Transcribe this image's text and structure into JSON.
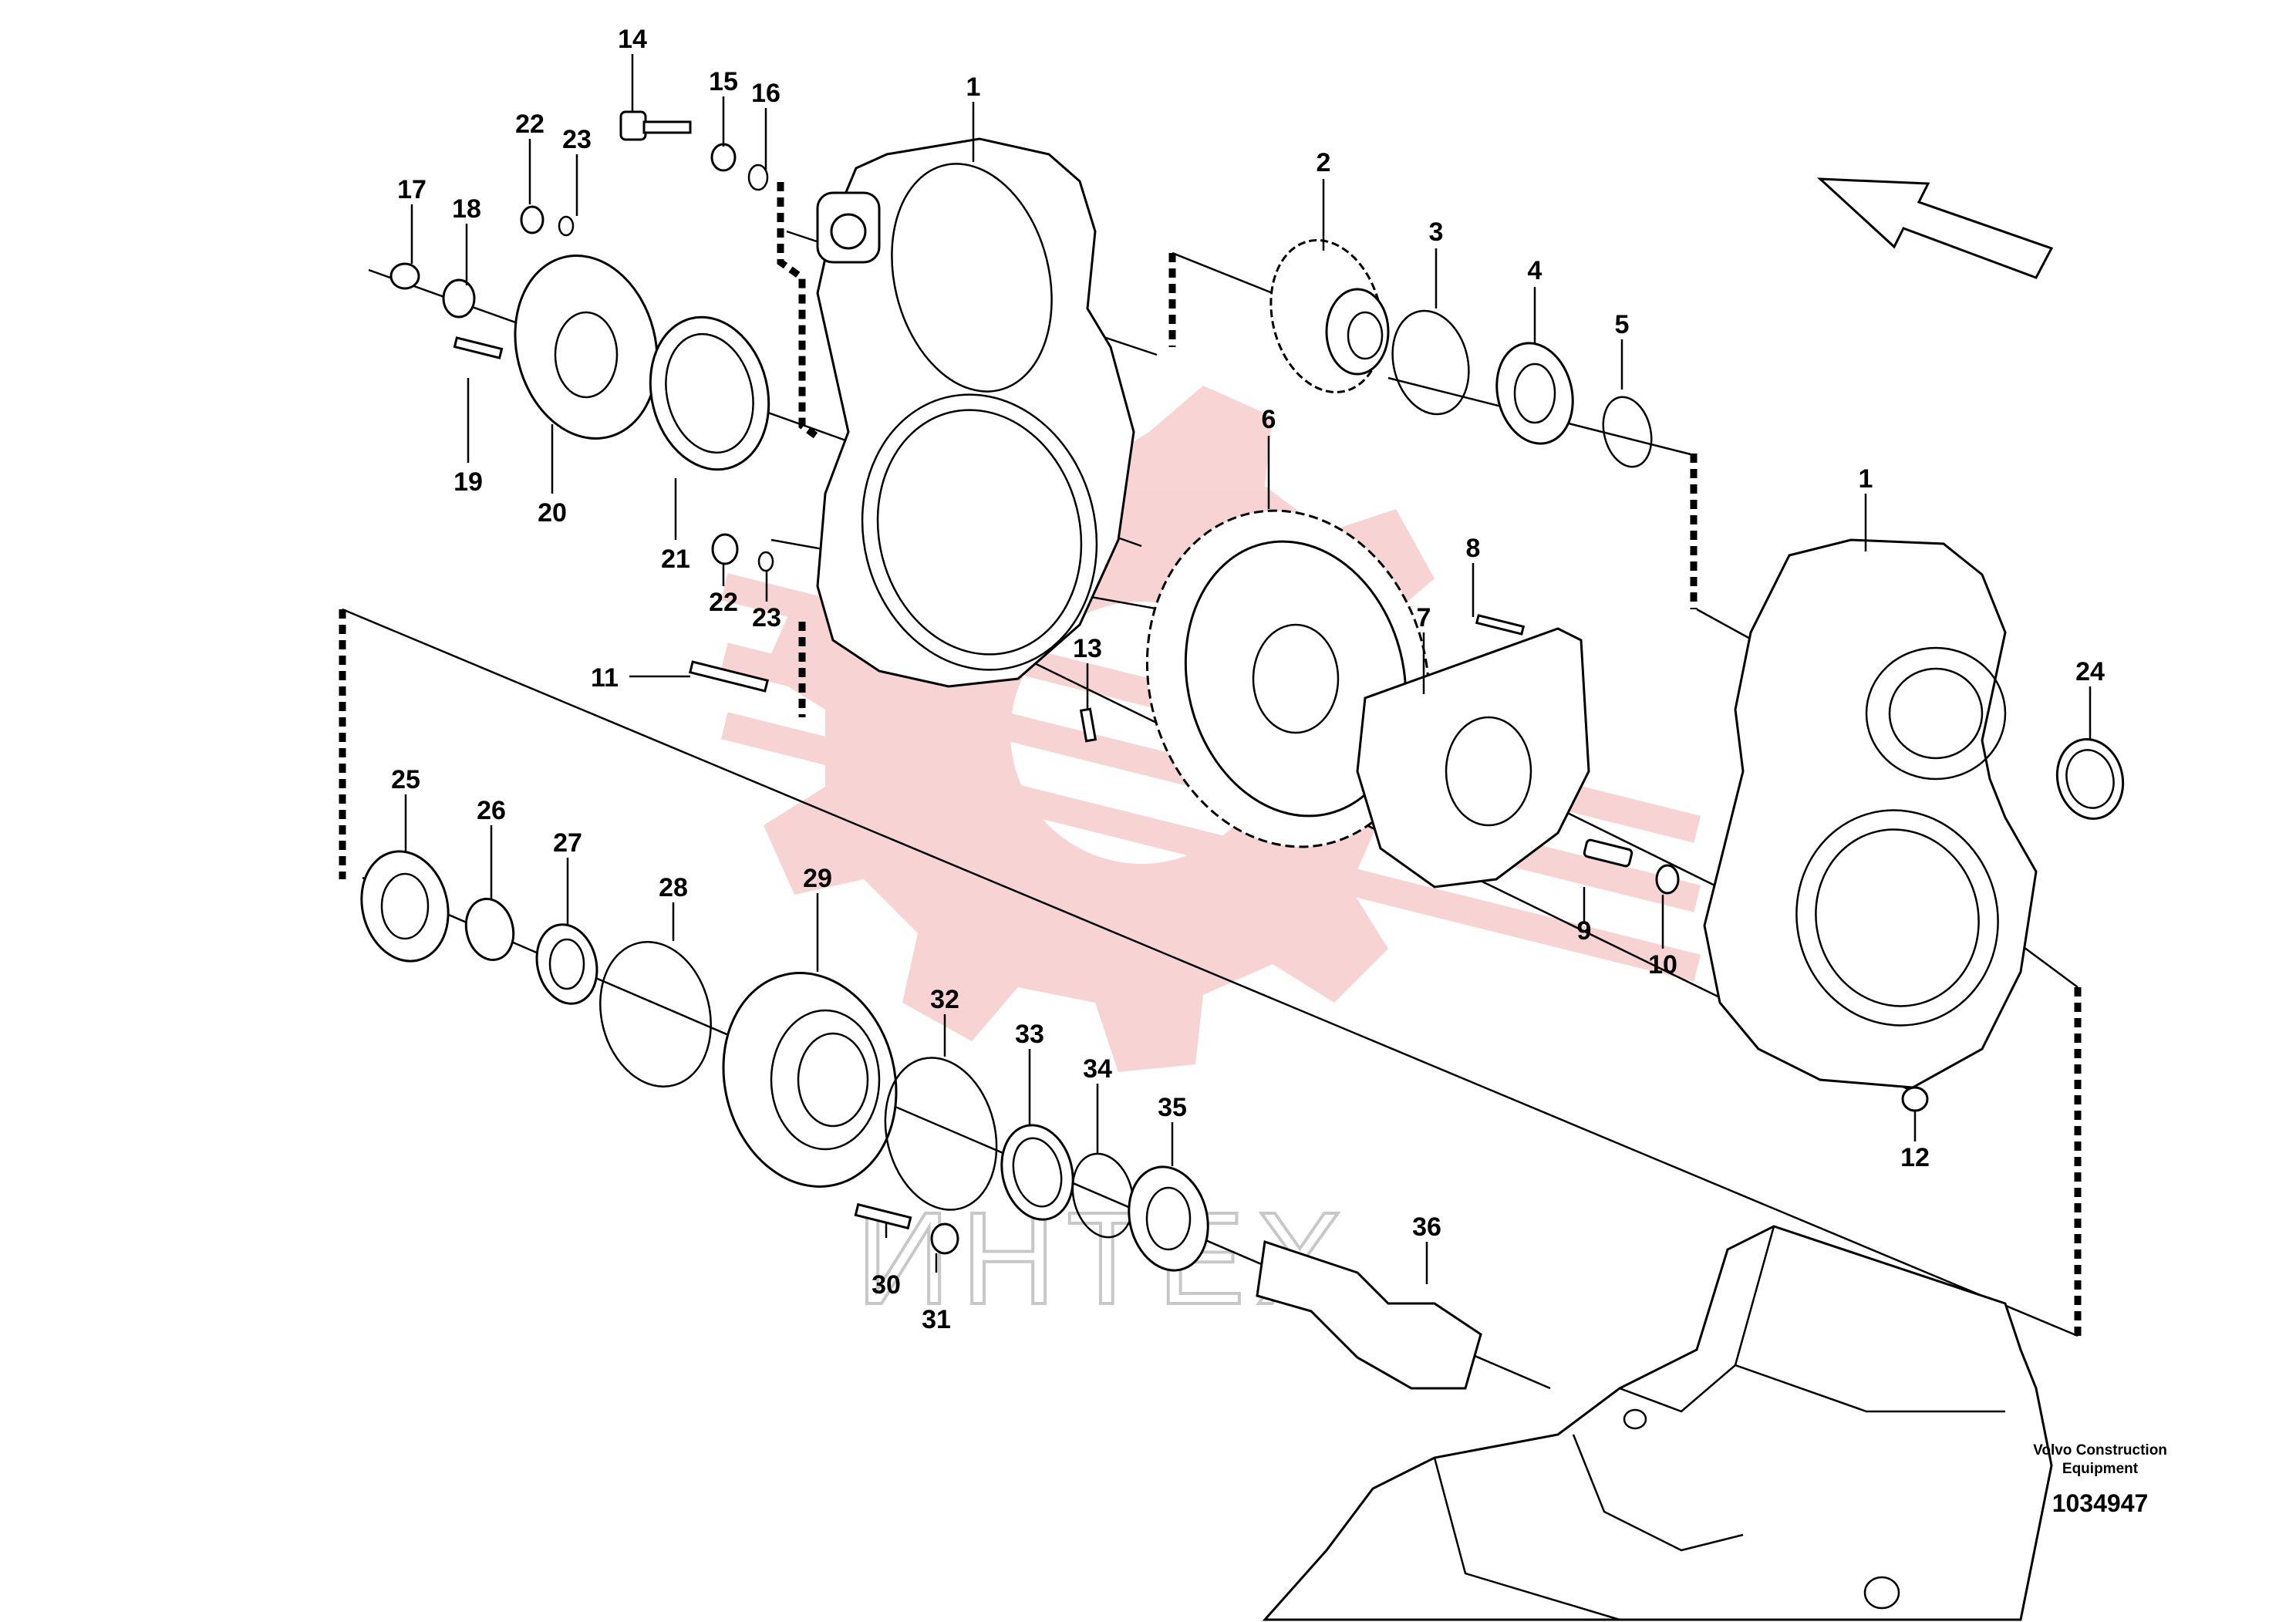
{
  "callouts": [
    {
      "n": "1"
    },
    {
      "n": "2"
    },
    {
      "n": "3"
    },
    {
      "n": "4"
    },
    {
      "n": "5"
    },
    {
      "n": "6"
    },
    {
      "n": "7"
    },
    {
      "n": "8"
    },
    {
      "n": "9"
    },
    {
      "n": "10"
    },
    {
      "n": "11"
    },
    {
      "n": "12"
    },
    {
      "n": "13"
    },
    {
      "n": "14"
    },
    {
      "n": "15"
    },
    {
      "n": "16"
    },
    {
      "n": "17"
    },
    {
      "n": "18"
    },
    {
      "n": "19"
    },
    {
      "n": "20"
    },
    {
      "n": "21"
    },
    {
      "n": "22"
    },
    {
      "n": "23"
    },
    {
      "n": "22"
    },
    {
      "n": "23"
    },
    {
      "n": "24"
    },
    {
      "n": "25"
    },
    {
      "n": "26"
    },
    {
      "n": "27"
    },
    {
      "n": "28"
    },
    {
      "n": "29"
    },
    {
      "n": "30"
    },
    {
      "n": "31"
    },
    {
      "n": "32"
    },
    {
      "n": "33"
    },
    {
      "n": "34"
    },
    {
      "n": "35"
    },
    {
      "n": "36"
    },
    {
      "n": "1"
    }
  ],
  "caption": {
    "brand_line1": "Volvo Construction",
    "brand_line2": "Equipment",
    "drawing_number": "1034947"
  },
  "watermark": {
    "text": "ИНТЕХ",
    "color": "#e23b3b"
  },
  "icons": {
    "direction_arrow": "direction-arrow-icon"
  }
}
